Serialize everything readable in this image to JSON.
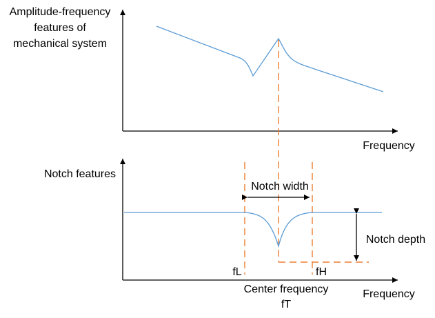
{
  "colors": {
    "curve": "#5b9bd5",
    "guide": "#ed7d31",
    "axis": "#000000"
  },
  "top_panel": {
    "ylabel_lines": [
      "Amplitude-frequency",
      "features of",
      "mechanical system"
    ],
    "xlabel": "Frequency"
  },
  "bottom_panel": {
    "ylabel": "Notch features",
    "xlabel": "Frequency",
    "annotations": {
      "notch_width": "Notch width",
      "notch_depth": "Notch depth",
      "f_low": "fL",
      "f_high": "fH",
      "center_frequency_line1": "Center frequency",
      "center_frequency_line2": "fT"
    }
  }
}
